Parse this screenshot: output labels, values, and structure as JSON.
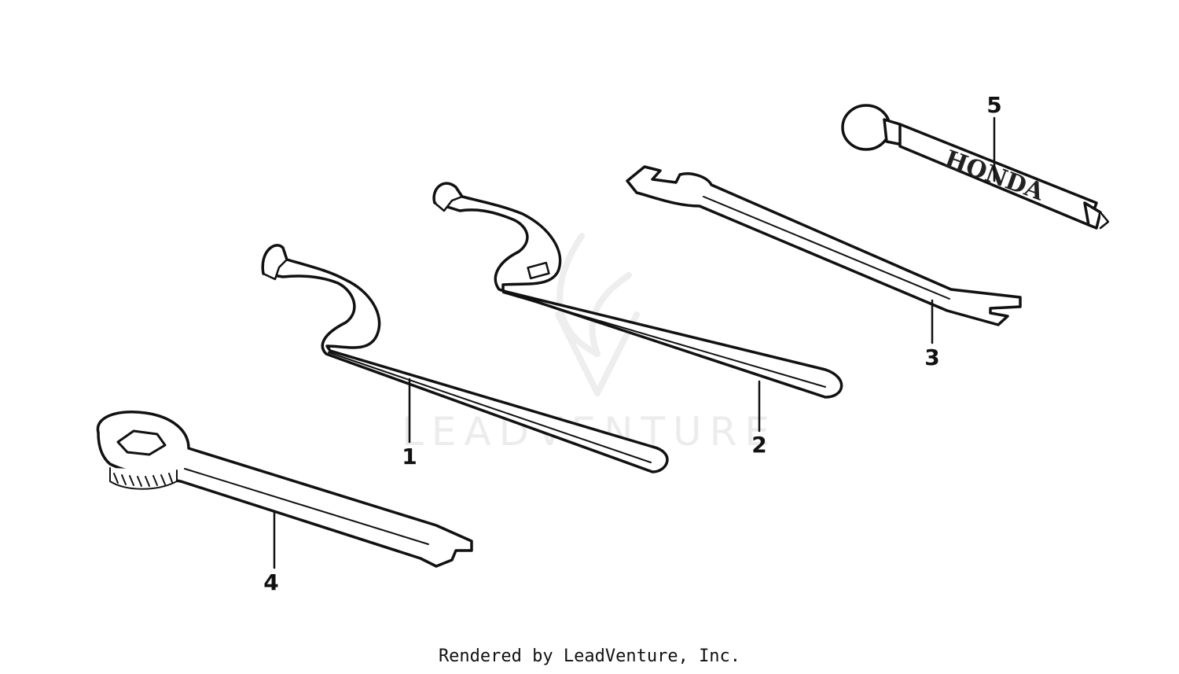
{
  "parts": [
    {
      "callout": "1",
      "name": "Hook spanner wrench"
    },
    {
      "callout": "2",
      "name": "Hook spanner wrench"
    },
    {
      "callout": "3",
      "name": "Open-end wrench"
    },
    {
      "callout": "4",
      "name": "Box wrench"
    },
    {
      "callout": "5",
      "name": "Screwdriver"
    }
  ],
  "brand_on_tool": "HONDA",
  "watermark": "LEADVENTURE",
  "footer": "Rendered by LeadVenture, Inc."
}
